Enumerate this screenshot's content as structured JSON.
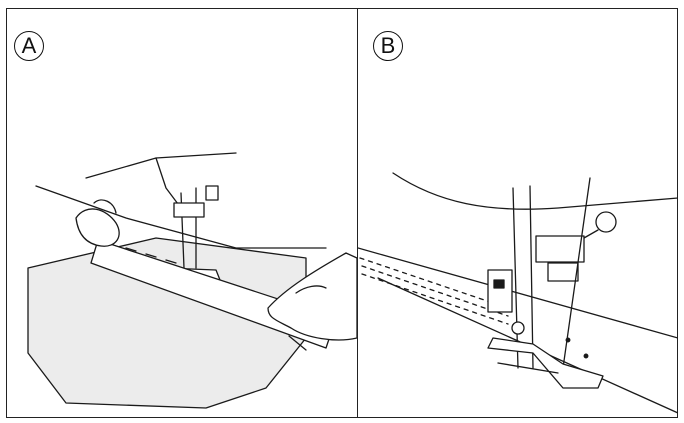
{
  "panels": [
    {
      "id": "A",
      "label": "A"
    },
    {
      "id": "B",
      "label": "B"
    }
  ],
  "colors": {
    "line": "#1a1a1a",
    "fabric": "#ececec",
    "bg": "#ffffff"
  }
}
